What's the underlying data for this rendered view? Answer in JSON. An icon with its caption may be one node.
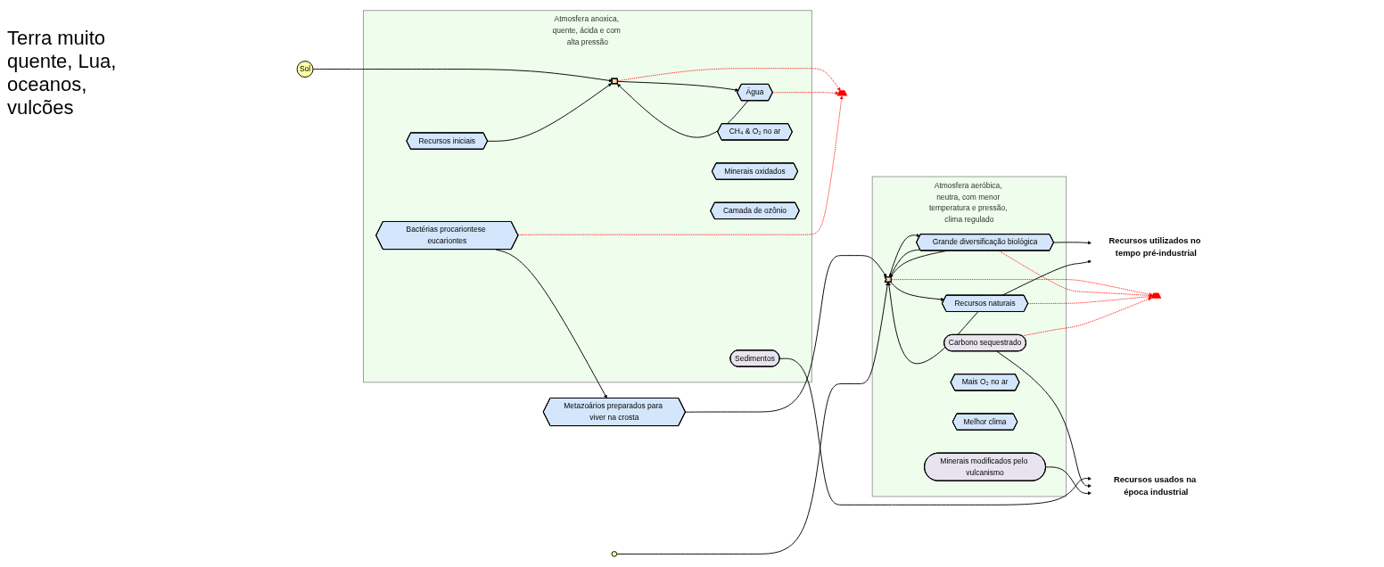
{
  "diagram": {
    "nodes": [
      {
        "text": [
          "Atmosfera anoxica, quente, ácida e com alta pressão"
        ]
      },
      {
        "text": [
          "Sol"
        ]
      },
      {
        "text": [
          "Recursos iniciais"
        ],
        "in": 0
      },
      {
        "text": [
          "CH₄ & O₂ no ar"
        ],
        "in": 0
      },
      {
        "text": [
          "Água"
        ],
        "in": 0
      },
      {
        "text": [
          "Minerais oxidados"
        ],
        "in": 0
      },
      {
        "text": [
          "Camada de ozônio"
        ],
        "in": 0
      },
      {
        "text": [
          "Sedimentos"
        ],
        "in": 0
      },
      {
        "text": [
          "Bactérias procariontese eucariontes"
        ],
        "in": 0
      },
      {
        "text": [],
        "shape": "chevron",
        "in": 0
      },
      {
        "text": [],
        "shape": "ground"
      },
      {
        "text": [
          "Metazoários preparados para viver na crosta"
        ]
      },
      {
        "text": [
          "Atmosfera aeróbica, neutra, com menor temperatura e pressão, clima regulado"
        ]
      },
      {
        "text": [],
        "shape": "circle"
      },
      {
        "text": [],
        "shape": "chevron",
        "in": 12
      },
      {
        "text": [
          "Grande diversificação biológica"
        ],
        "in": 12
      },
      {
        "text": [
          "Mais O₂ no ar"
        ],
        "in": 12
      },
      {
        "text": [
          "Melhor clima"
        ],
        "in": 12
      },
      {
        "text": [
          "Recursos naturais"
        ],
        "in": 12
      },
      {
        "text": [
          "Minerais modificados pelo vulcanismo"
        ],
        "in": 12
      },
      {
        "text": [
          "Carbono sequestrado"
        ],
        "in": 12
      },
      {
        "text": [],
        "shape": "ground"
      },
      {
        "text": [
          "Recursos utilizados no tempo pré-industrial"
        ]
      },
      {
        "text": [
          "Recursos usados na época industrial"
        ]
      }
    ],
    "edges": [
      {
        "from": 1,
        "to": 9,
        "arrow": "to"
      },
      {
        "from": 2,
        "to": 9,
        "arrow": "to"
      },
      {
        "from": 4,
        "to": 9,
        "arrow": "to"
      },
      {
        "from": 9,
        "to": 4,
        "arrow": "to"
      },
      {
        "from": 9,
        "to": 10,
        "arrow": "to",
        "style": "dashed",
        "color": "#ff0000"
      },
      {
        "from": 4,
        "to": 10,
        "arrow": "to",
        "style": "dashed",
        "color": "#ff0000"
      },
      {
        "from": 8,
        "to": 10,
        "arrow": "to",
        "style": "dashed",
        "color": "#ff0000"
      },
      {
        "from": 8,
        "to": 11,
        "arrow": "to"
      },
      {
        "from": 7,
        "to": 23,
        "arrow": "to"
      },
      {
        "from": 11,
        "to": 14,
        "arrow": "to"
      },
      {
        "from": 13,
        "to": 14,
        "arrow": "to"
      },
      {
        "from": 15,
        "to": 14,
        "arrow": "to"
      },
      {
        "from": 15,
        "to": 14,
        "arrow": "to"
      },
      {
        "from": 18,
        "to": 14,
        "arrow": "to"
      },
      {
        "from": 14,
        "to": 15,
        "arrow": "to"
      },
      {
        "from": 14,
        "to": 18,
        "arrow": "to"
      },
      {
        "from": 15,
        "to": 22,
        "arrow": "to"
      },
      {
        "from": 18,
        "to": 22,
        "arrow": "to"
      },
      {
        "from": 14,
        "to": 21,
        "arrow": "to",
        "style": "dashed",
        "color": "#ff0000"
      },
      {
        "from": 15,
        "to": 21,
        "arrow": "to",
        "style": "dashed",
        "color": "#ff0000"
      },
      {
        "from": 18,
        "to": 21,
        "arrow": "to",
        "style": "dashed",
        "color": "#ff0000"
      },
      {
        "from": 20,
        "to": 21,
        "arrow": "to",
        "style": "dashed",
        "color": "#ff0000"
      },
      {
        "from": 20,
        "to": 23,
        "arrow": "to"
      },
      {
        "from": 19,
        "to": 23,
        "arrow": "to"
      }
    ],
    "labels": [
      "Terra muito quente, Lua, oceanos, vulcões"
    ]
  }
}
